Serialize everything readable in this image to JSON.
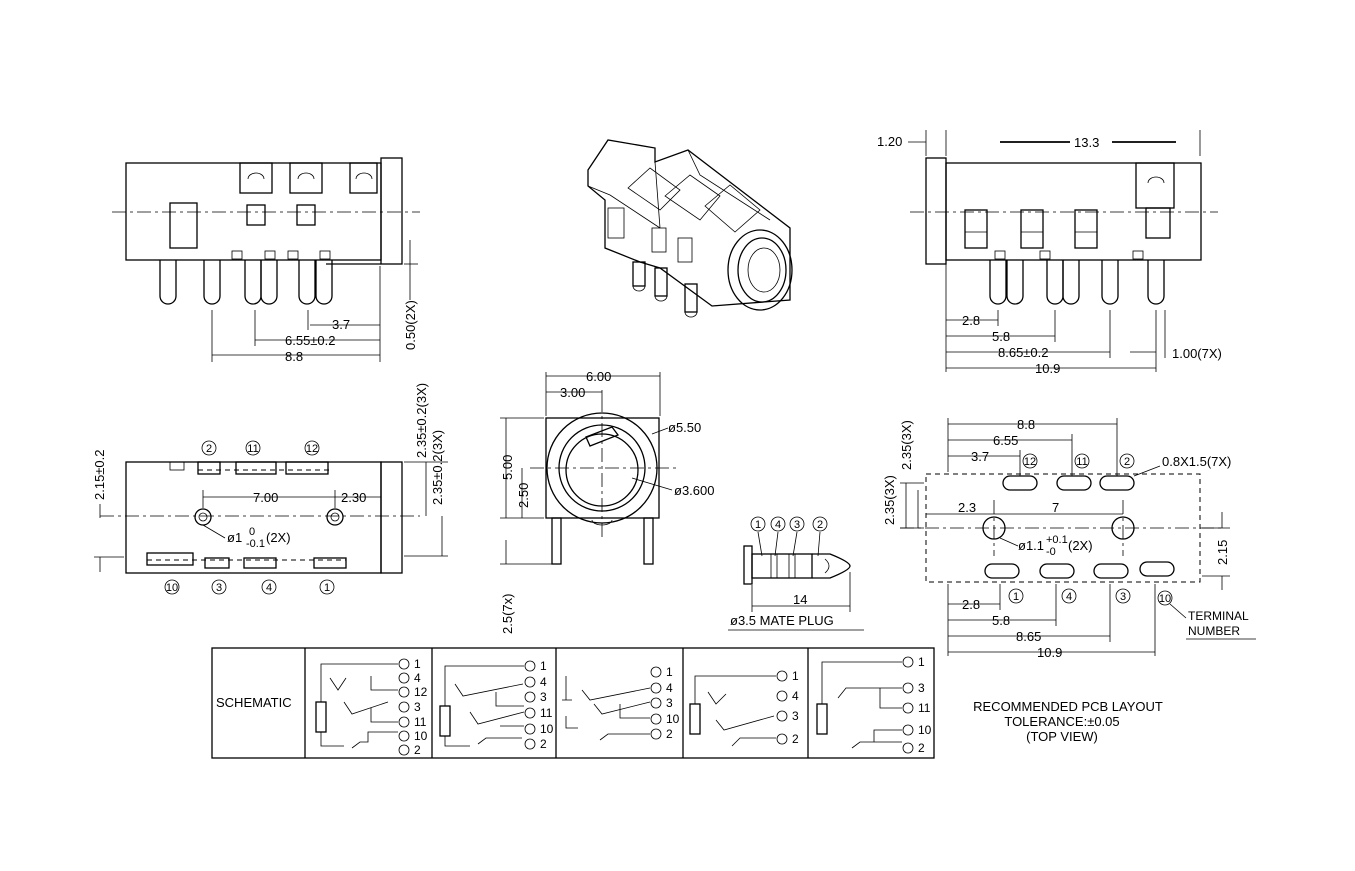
{
  "side_view_left": {
    "dim_3_7": "3.7",
    "dim_6_55": "6.55±0.2",
    "dim_8_8": "8.8",
    "dim_0_50": "0.50(2X)"
  },
  "iso_view": {},
  "side_view_right": {
    "dim_1_20": "1.20",
    "dim_13_3": "13.3",
    "dim_2_8": "2.8",
    "dim_5_8": "5.8",
    "dim_8_65": "8.65±0.2",
    "dim_10_9": "10.9",
    "dim_1_00": "1.00(7X)"
  },
  "bottom_view": {
    "dim_2_15": "2.15±0.2",
    "dim_2_35_a": "2.35±0.2(3X)",
    "dim_2_35_b": "2.35±0.2(3X)",
    "dim_7_00": "7.00",
    "dim_2_30": "2.30",
    "hole_d": "ø1",
    "hole_tol_upper": "0",
    "hole_tol_lower": "-0.1",
    "hole_count": "(2X)",
    "pins_top": [
      "2",
      "11",
      "12"
    ],
    "pins_bottom": [
      "10",
      "3",
      "4",
      "1"
    ]
  },
  "front_view": {
    "dim_6_00": "6.00",
    "dim_3_00": "3.00",
    "dim_5_50": "ø5.50",
    "dim_5_00": "5.00",
    "dim_2_50": "2.50",
    "dim_3_600": "ø3.600",
    "dim_2_5": "2.5(7x)"
  },
  "plug": {
    "pins": [
      "1",
      "4",
      "3",
      "2"
    ],
    "dim_14": "14",
    "caption": "ø3.5 MATE PLUG"
  },
  "pcb_layout": {
    "dim_8_8": "8.8",
    "dim_6_55": "6.55",
    "dim_3_7": "3.7",
    "slot_note": "0.8X1.5(7X)",
    "dim_2_35_a": "2.35(3X)",
    "dim_2_35_b": "2.35(3X)",
    "dim_2_3": "2.3",
    "dim_7": "7",
    "hole_d": "ø1.1",
    "hole_tol_upper": "+0.1",
    "hole_tol_lower": "-0",
    "hole_count": "(2X)",
    "dim_2_15": "2.15",
    "dim_2_8": "2.8",
    "dim_5_8": "5.8",
    "dim_8_65": "8.65",
    "dim_10_9": "10.9",
    "pins_top": [
      "12",
      "11",
      "2"
    ],
    "pins_bottom": [
      "1",
      "4",
      "3",
      "10"
    ],
    "terminal_label_1": "TERMINAL",
    "terminal_label_2": "NUMBER",
    "caption_1": "RECOMMENDED PCB LAYOUT",
    "caption_2": "TOLERANCE:±0.05",
    "caption_3": "(TOP VIEW)"
  },
  "schematic": {
    "label": "SCHEMATIC",
    "cells": [
      [
        "1",
        "4",
        "12",
        "3",
        "11",
        "10",
        "2"
      ],
      [
        "1",
        "4",
        "3",
        "11",
        "10",
        "2"
      ],
      [
        "1",
        "4",
        "3",
        "10",
        "2"
      ],
      [
        "1",
        "4",
        "3",
        "2"
      ],
      [
        "1",
        "3",
        "11",
        "10",
        "2"
      ]
    ]
  }
}
